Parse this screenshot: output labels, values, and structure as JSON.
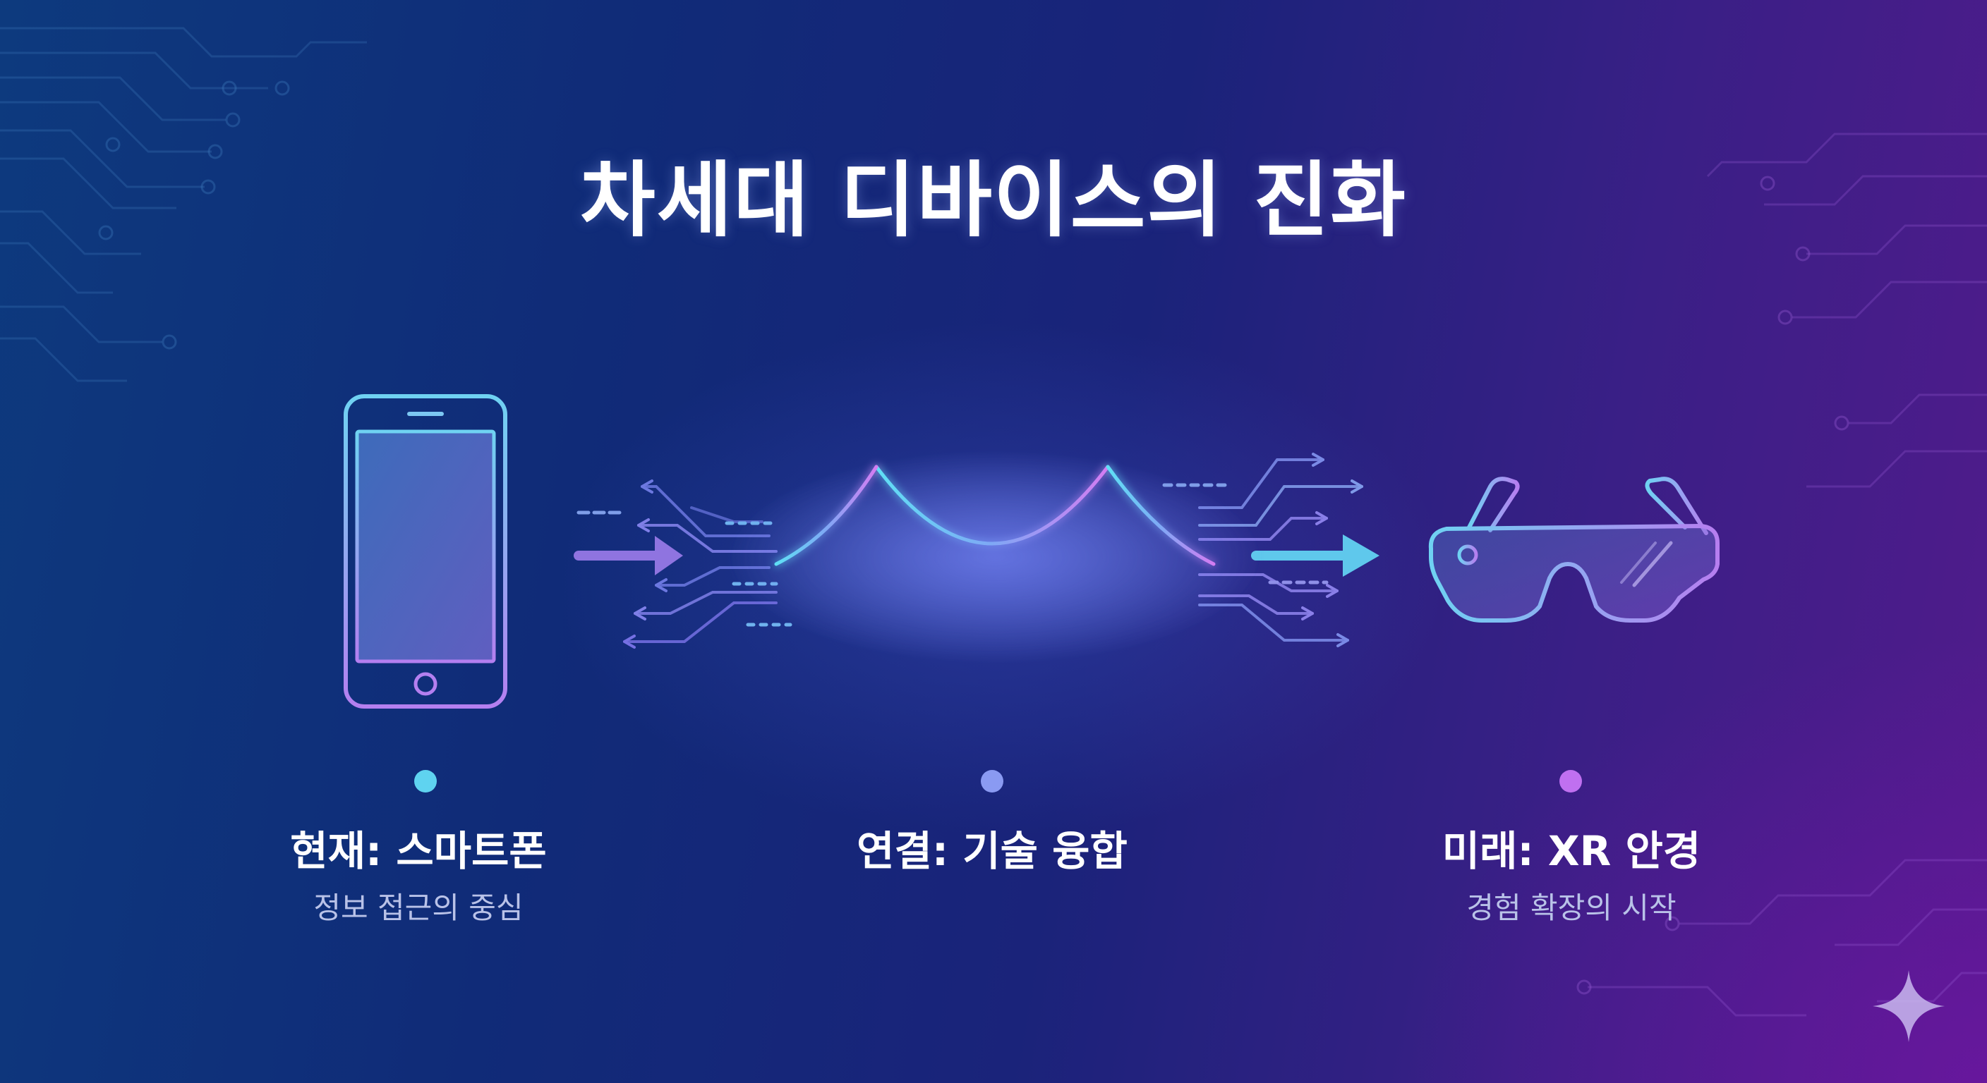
{
  "title": "차세대 디바이스의 진화",
  "stages": [
    {
      "label": "현재: 스마트폰",
      "description": "정보 접근의 중심",
      "icon": "smartphone-icon"
    },
    {
      "label": "연결: 기술 융합",
      "description": "",
      "icon": "bridge-icon"
    },
    {
      "label": "미래: XR 안경",
      "description": "경험 확장의 시작",
      "icon": "xr-glasses-icon"
    }
  ],
  "colors": {
    "cyan": "#5fd3f0",
    "violet": "#c070f0",
    "background_left": "#0d3a7e",
    "background_right": "#521b8c"
  }
}
